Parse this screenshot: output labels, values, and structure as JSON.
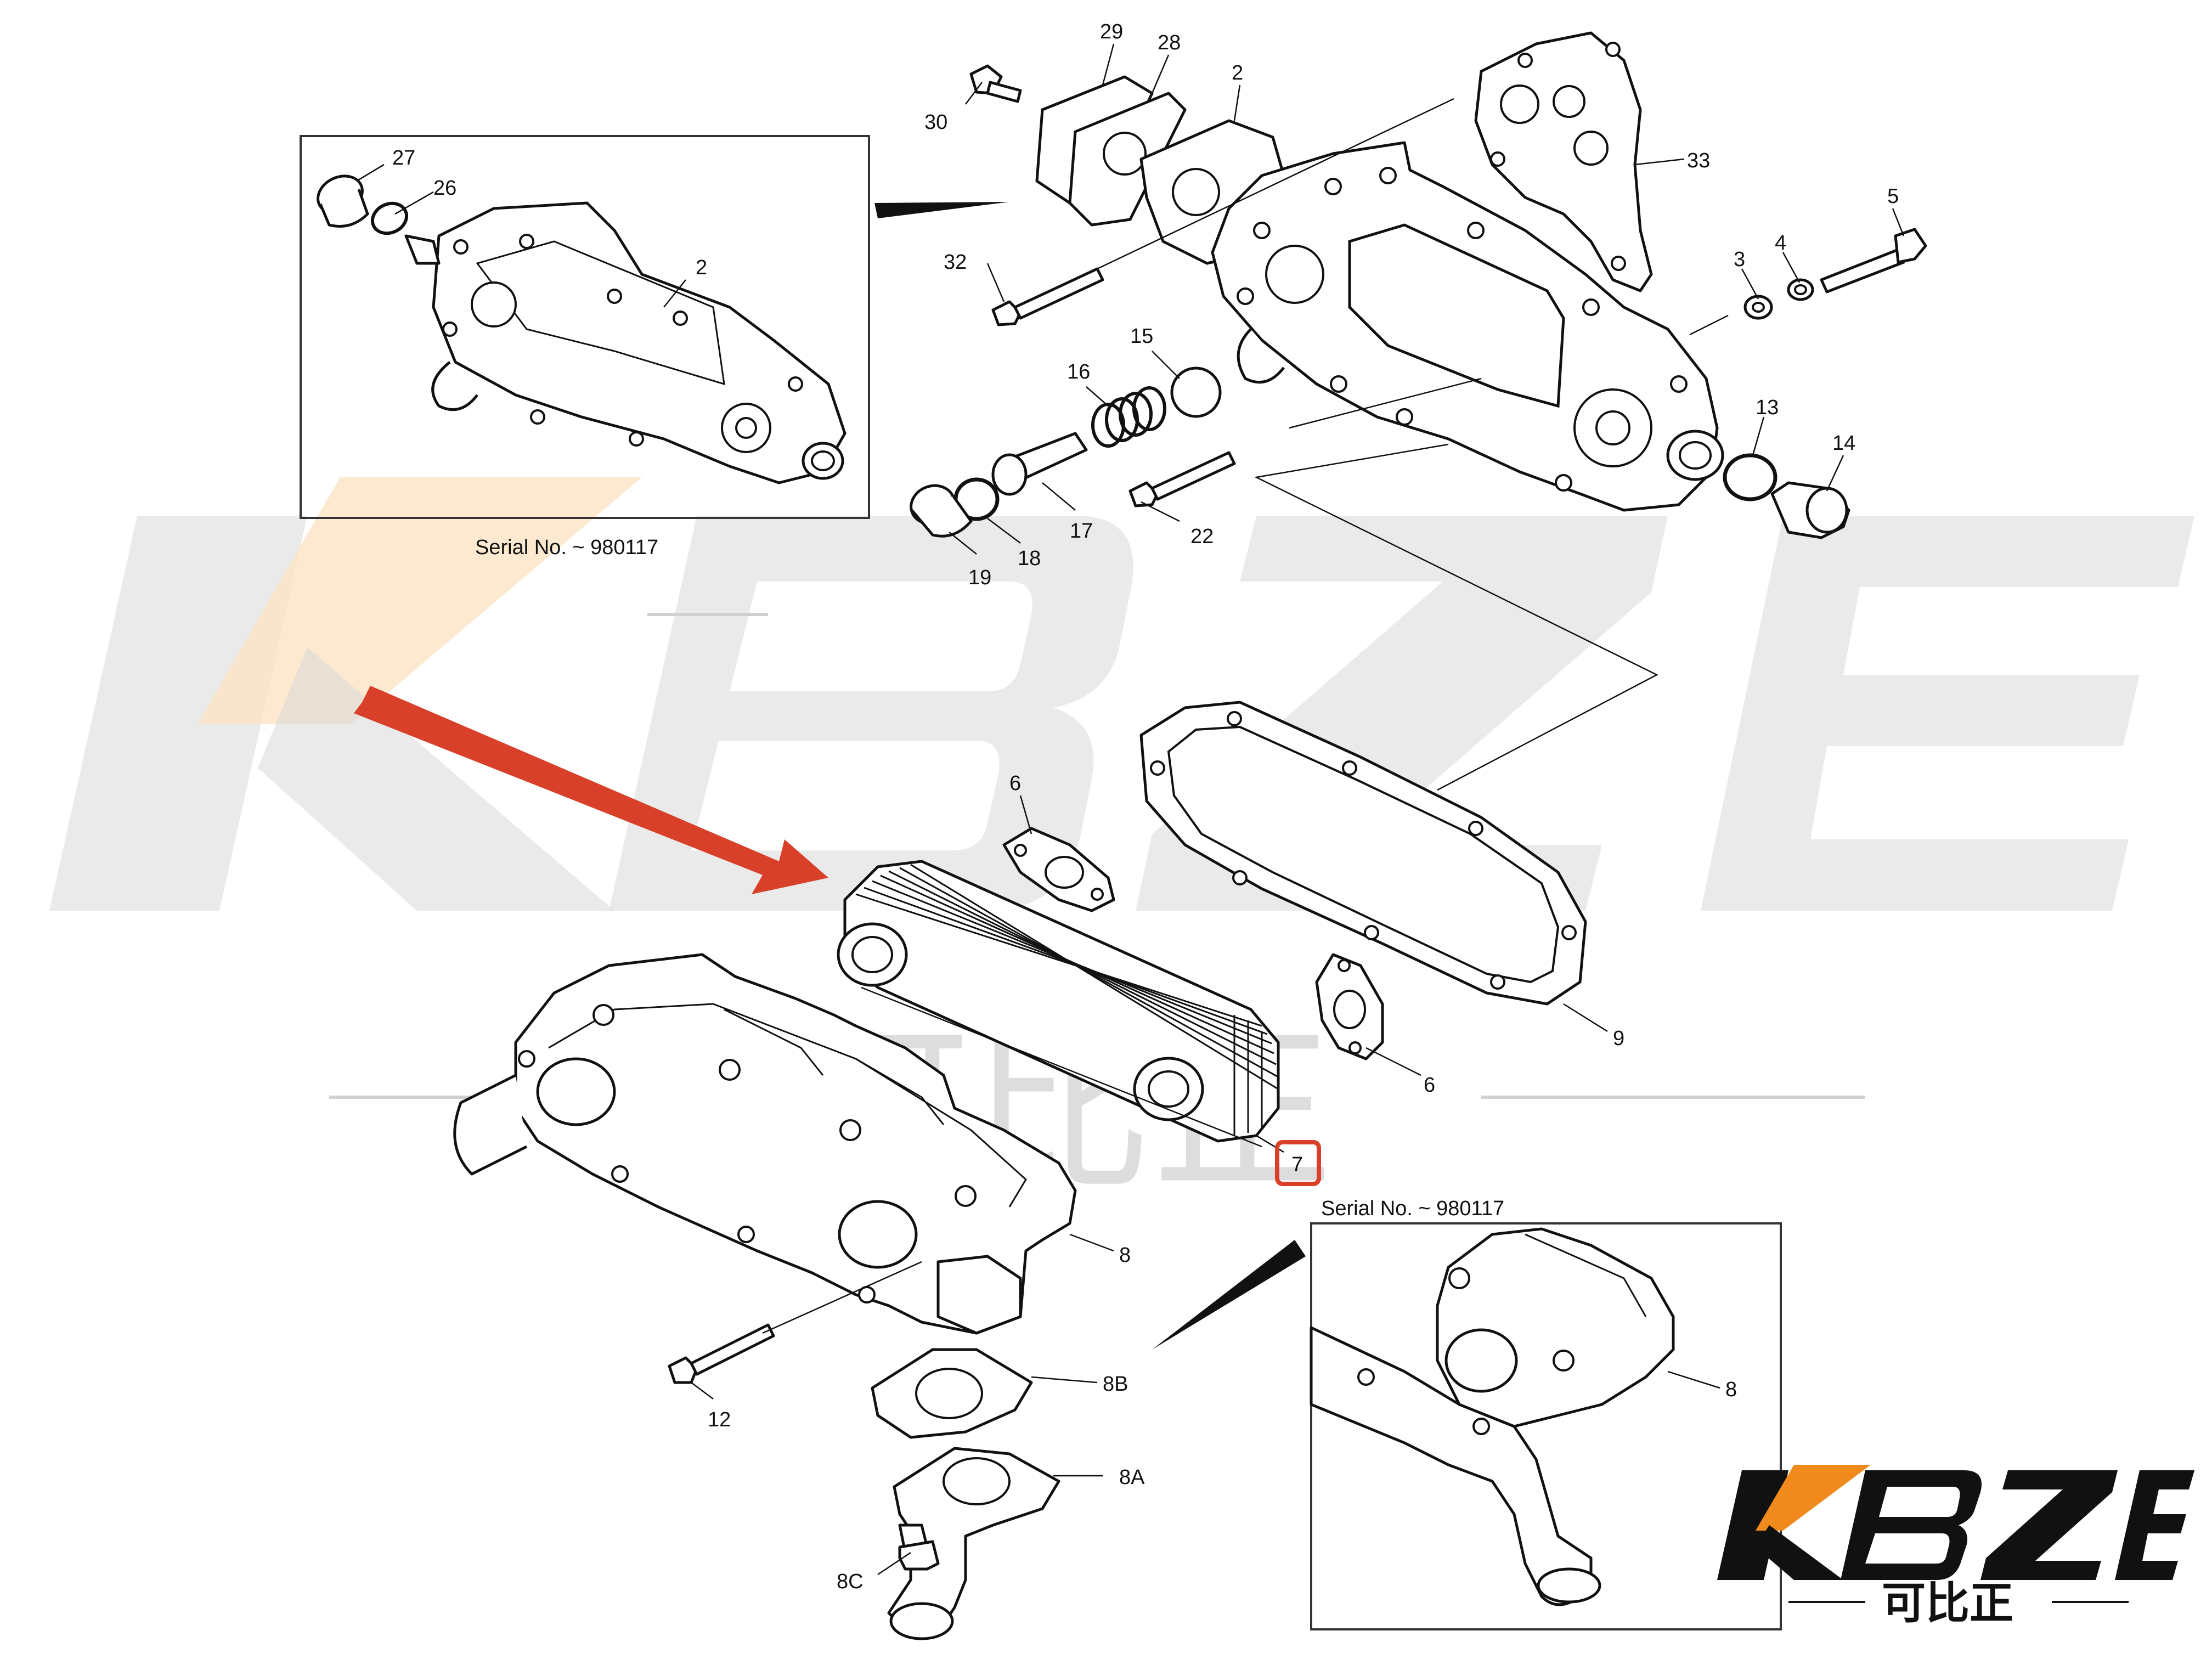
{
  "callouts": [
    {
      "id": "c27",
      "text": "27"
    },
    {
      "id": "c26",
      "text": "26"
    },
    {
      "id": "c2a",
      "text": "2"
    },
    {
      "id": "c29",
      "text": "29"
    },
    {
      "id": "c28",
      "text": "28"
    },
    {
      "id": "c2b",
      "text": "2"
    },
    {
      "id": "c30",
      "text": "30"
    },
    {
      "id": "c33",
      "text": "33"
    },
    {
      "id": "c32",
      "text": "32"
    },
    {
      "id": "c5",
      "text": "5"
    },
    {
      "id": "c3",
      "text": "3"
    },
    {
      "id": "c4",
      "text": "4"
    },
    {
      "id": "c15",
      "text": "15"
    },
    {
      "id": "c16",
      "text": "16"
    },
    {
      "id": "c13",
      "text": "13"
    },
    {
      "id": "c14",
      "text": "14"
    },
    {
      "id": "c17",
      "text": "17"
    },
    {
      "id": "c22",
      "text": "22"
    },
    {
      "id": "c18",
      "text": "18"
    },
    {
      "id": "c19",
      "text": "19"
    },
    {
      "id": "c6a",
      "text": "6"
    },
    {
      "id": "c6b",
      "text": "6"
    },
    {
      "id": "c9",
      "text": "9"
    },
    {
      "id": "c7",
      "text": "7"
    },
    {
      "id": "c8a",
      "text": "8"
    },
    {
      "id": "c8b",
      "text": "8"
    },
    {
      "id": "c12",
      "text": "12"
    },
    {
      "id": "c8B",
      "text": "8B"
    },
    {
      "id": "c8A",
      "text": "8A"
    },
    {
      "id": "c8C",
      "text": "8C"
    }
  ],
  "serial_top": "Serial No. ~ 980117",
  "serial_bottom": "Serial No. ~ 980117",
  "watermark_text": "KBZE",
  "watermark_cn": "可比正",
  "logo": {
    "text": "KBZE",
    "sub": "可比正"
  },
  "colors": {
    "arrow": "#d9402a",
    "highlight_box": "#d9402a",
    "logo_orange": "#f08a1c",
    "line": "#111111"
  }
}
